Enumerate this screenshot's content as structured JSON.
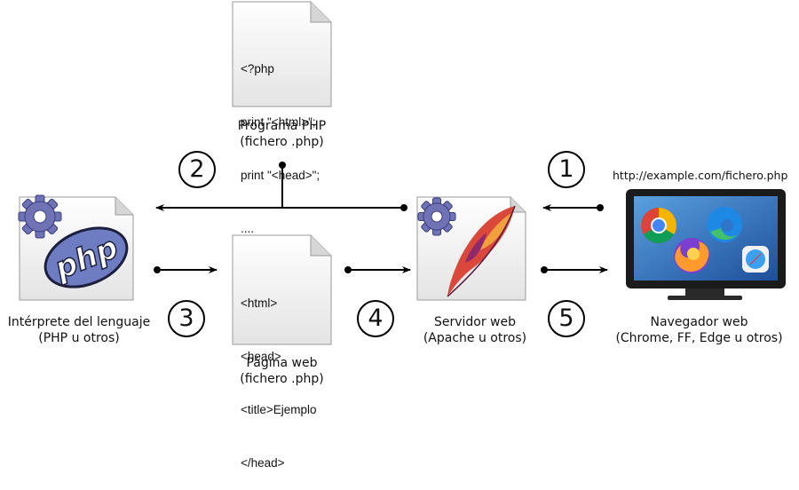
{
  "php_program": {
    "code_lines": [
      "<?php",
      "print \"<html>\";",
      "print \"<head>\";",
      "...."
    ],
    "label_line1": "Programa PHP",
    "label_line2": "(fichero .php)"
  },
  "web_page": {
    "code_lines": [
      "<html>",
      "<head>",
      "<title>Ejemplo",
      "</head>"
    ],
    "label_line1": "Página web",
    "label_line2": "(fichero .php)"
  },
  "interpreter": {
    "logo_text": "php",
    "label_line1": "Intérprete del lenguaje",
    "label_line2": "(PHP u otros)"
  },
  "web_server": {
    "label_line1": "Servidor web",
    "label_line2": "(Apache u otros)"
  },
  "browser": {
    "url": "http://example.com/fichero.php",
    "label_line1": "Navegador web",
    "label_line2": "(Chrome, FF, Edge u otros)",
    "icons": [
      "chrome-icon",
      "edge-icon",
      "firefox-icon",
      "safari-icon"
    ]
  },
  "steps": [
    "1",
    "2",
    "3",
    "4",
    "5"
  ],
  "colors": {
    "gear": "#6f73b6",
    "php_logo": "#6e7dc2",
    "apache_feather": "#c0392b",
    "monitor": "#1b1b1b",
    "screen": "#2f76c8"
  }
}
